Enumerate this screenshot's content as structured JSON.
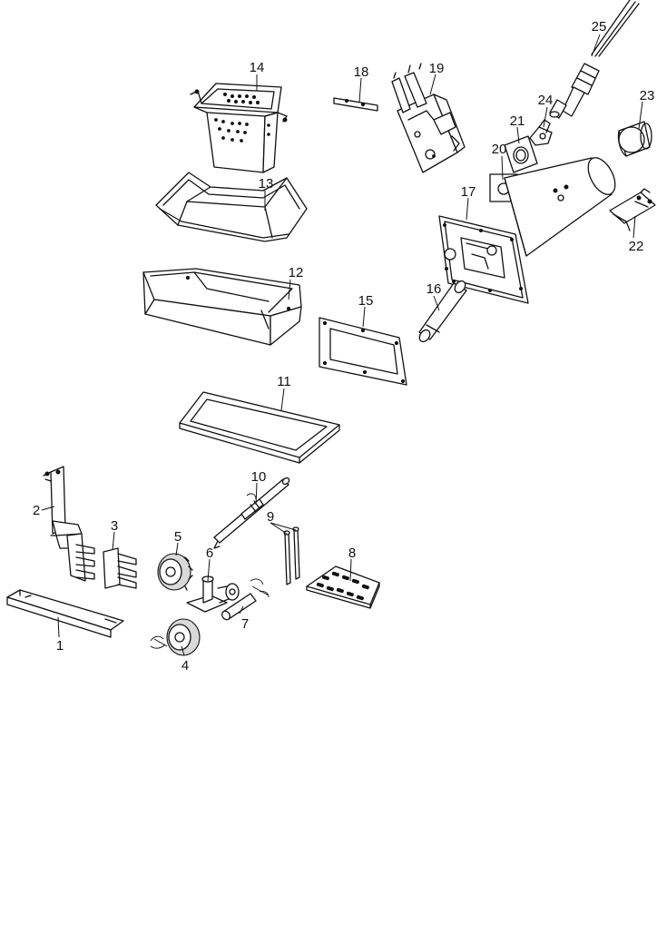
{
  "diagram": {
    "labels": [
      {
        "id": "1",
        "text": "1"
      },
      {
        "id": "2",
        "text": "2"
      },
      {
        "id": "3",
        "text": "3"
      },
      {
        "id": "4",
        "text": "4"
      },
      {
        "id": "5",
        "text": "5"
      },
      {
        "id": "6",
        "text": "6"
      },
      {
        "id": "7",
        "text": "7"
      },
      {
        "id": "8",
        "text": "8"
      },
      {
        "id": "9",
        "text": "9"
      },
      {
        "id": "10",
        "text": "10"
      },
      {
        "id": "11",
        "text": "11"
      },
      {
        "id": "12",
        "text": "12"
      },
      {
        "id": "13",
        "text": "13"
      },
      {
        "id": "14",
        "text": "14"
      },
      {
        "id": "15",
        "text": "15"
      },
      {
        "id": "16",
        "text": "16"
      },
      {
        "id": "17",
        "text": "17"
      },
      {
        "id": "18",
        "text": "18"
      },
      {
        "id": "19",
        "text": "19"
      },
      {
        "id": "20",
        "text": "20"
      },
      {
        "id": "21",
        "text": "21"
      },
      {
        "id": "22",
        "text": "22"
      },
      {
        "id": "23",
        "text": "23"
      },
      {
        "id": "24",
        "text": "24"
      },
      {
        "id": "25",
        "text": "25"
      }
    ]
  }
}
